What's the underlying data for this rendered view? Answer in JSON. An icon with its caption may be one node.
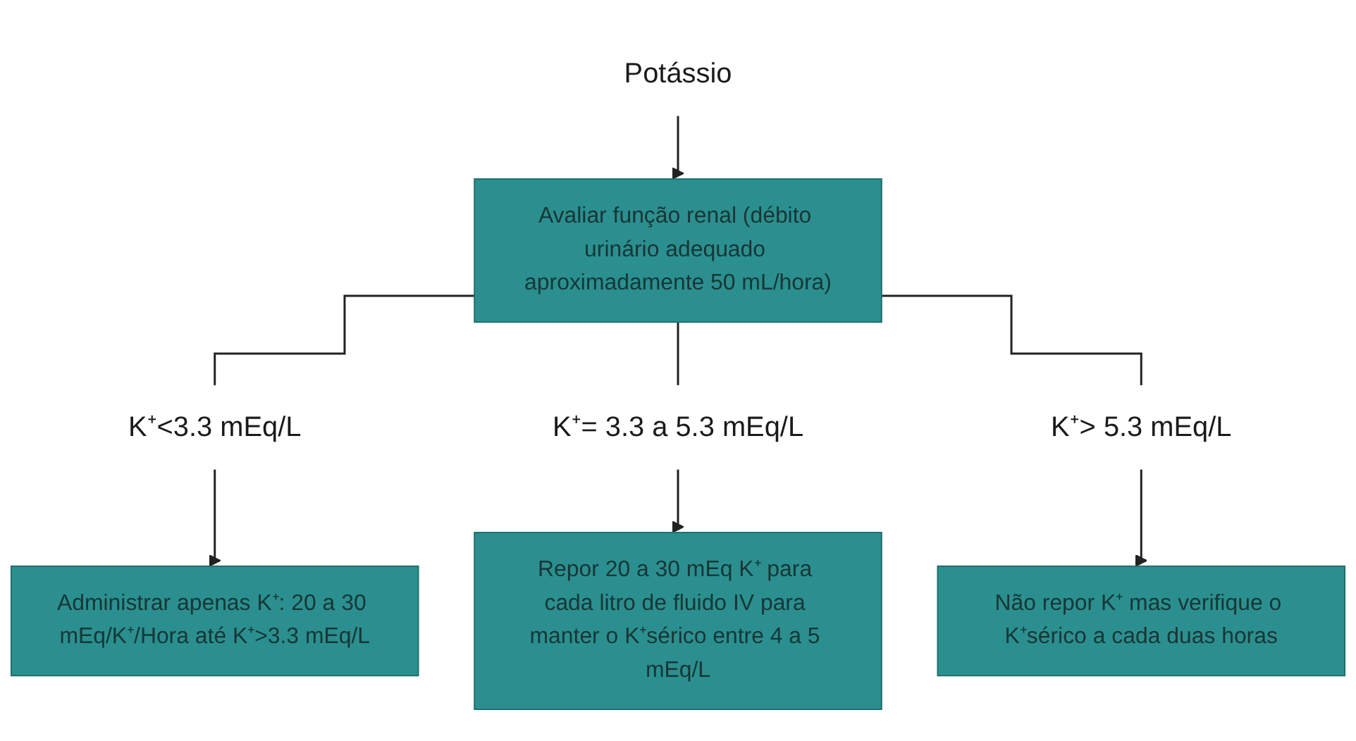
{
  "diagram": {
    "nodes": [
      {
        "text": [
          "Potássio"
        ]
      },
      {
        "text": [
          "Avaliar função renal (débito urinário adequado aproximadamente 50 mL/hora)"
        ]
      },
      {
        "text": [
          "K⁺<3.3 mEq/L"
        ]
      },
      {
        "text": [
          "K⁺= 3.3 a 5.3 mEq/L"
        ]
      },
      {
        "text": [
          "K⁺> 5.3 mEq/L"
        ]
      },
      {
        "text": [
          "Administrar apenas K⁺: 20 a 30 mEq/K⁺/Hora até K⁺>3.3 mEq/L"
        ]
      },
      {
        "text": [
          "Repor 20 a 30 mEq K⁺ para cada litro de fluido IV para manter o K⁺sérico entre 4 a 5 mEq/L"
        ]
      },
      {
        "text": [
          "Não repor K⁺ mas verifique o K⁺sérico a cada duas horas"
        ]
      }
    ],
    "edges": [
      {
        "from": 0,
        "to": 1,
        "arrow": "to"
      },
      {
        "from": 1,
        "to": 2,
        "arrow": "none"
      },
      {
        "from": 1,
        "to": 3,
        "arrow": "none"
      },
      {
        "from": 1,
        "to": 4,
        "arrow": "none"
      },
      {
        "from": 2,
        "to": 5,
        "arrow": "to"
      },
      {
        "from": 3,
        "to": 6,
        "arrow": "to"
      },
      {
        "from": 4,
        "to": 7,
        "arrow": "to"
      }
    ]
  }
}
